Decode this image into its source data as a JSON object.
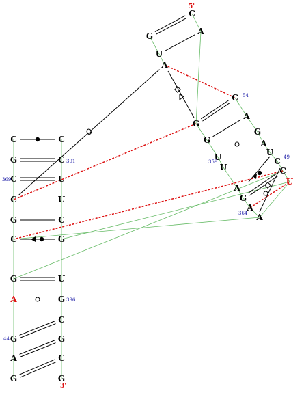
{
  "colors": {
    "base": "#000000",
    "highlight": "#dd1111",
    "backbone": "#66bb66",
    "number": "#1a1aa6",
    "tertiary": "#dd1111"
  },
  "nucleotides": [
    {
      "id": "n1",
      "label": "C",
      "highlight": false
    },
    {
      "id": "n2",
      "label": "A",
      "highlight": false
    },
    {
      "id": "n3",
      "label": "G",
      "highlight": false
    },
    {
      "id": "n4",
      "label": "U",
      "highlight": false
    },
    {
      "id": "n5",
      "label": "A",
      "highlight": false
    },
    {
      "id": "n6",
      "label": "C",
      "highlight": false
    },
    {
      "id": "n7",
      "label": "A",
      "highlight": false
    },
    {
      "id": "n8",
      "label": "G",
      "highlight": false
    },
    {
      "id": "n9",
      "label": "A",
      "highlight": false
    },
    {
      "id": "n10",
      "label": "U",
      "highlight": false
    },
    {
      "id": "n11",
      "label": "C",
      "highlight": false
    },
    {
      "id": "n12",
      "label": "C",
      "highlight": false
    },
    {
      "id": "n13",
      "label": "U",
      "highlight": true
    },
    {
      "id": "n14",
      "label": "A",
      "highlight": false
    },
    {
      "id": "n15",
      "label": "A",
      "highlight": false
    },
    {
      "id": "n16",
      "label": "G",
      "highlight": false
    },
    {
      "id": "n17",
      "label": "A",
      "highlight": false
    },
    {
      "id": "n18",
      "label": "U",
      "highlight": false
    },
    {
      "id": "n19",
      "label": "U",
      "highlight": false
    },
    {
      "id": "n20",
      "label": "G",
      "highlight": false
    },
    {
      "id": "n21",
      "label": "G",
      "highlight": false
    },
    {
      "id": "n22",
      "label": "C",
      "highlight": false
    },
    {
      "id": "n23",
      "label": "C",
      "highlight": false
    },
    {
      "id": "n24",
      "label": "U",
      "highlight": false
    },
    {
      "id": "n25",
      "label": "U",
      "highlight": false
    },
    {
      "id": "n26",
      "label": "C",
      "highlight": false
    },
    {
      "id": "n27",
      "label": "G",
      "highlight": false
    },
    {
      "id": "n28",
      "label": "U",
      "highlight": false
    },
    {
      "id": "n29",
      "label": "G",
      "highlight": false
    },
    {
      "id": "n30",
      "label": "C",
      "highlight": false
    },
    {
      "id": "n31",
      "label": "G",
      "highlight": false
    },
    {
      "id": "n32",
      "label": "C",
      "highlight": false
    },
    {
      "id": "n33",
      "label": "G",
      "highlight": false
    },
    {
      "id": "n34",
      "label": "G",
      "highlight": false
    },
    {
      "id": "n35",
      "label": "A",
      "highlight": false
    },
    {
      "id": "n36",
      "label": "G",
      "highlight": false
    },
    {
      "id": "n37",
      "label": "A",
      "highlight": true
    },
    {
      "id": "n38",
      "label": "G",
      "highlight": false
    },
    {
      "id": "n39",
      "label": "C",
      "highlight": false
    },
    {
      "id": "n40",
      "label": "G",
      "highlight": false
    },
    {
      "id": "n41",
      "label": "C",
      "highlight": false
    },
    {
      "id": "n42",
      "label": "C",
      "highlight": false
    },
    {
      "id": "n43",
      "label": "G",
      "highlight": false
    },
    {
      "id": "n44",
      "label": "C",
      "highlight": false
    }
  ],
  "numbers": [
    {
      "id": "num54",
      "text": "54"
    },
    {
      "id": "num49",
      "text": "49"
    },
    {
      "id": "num359",
      "text": "359"
    },
    {
      "id": "num364",
      "text": "364"
    },
    {
      "id": "num391",
      "text": "391"
    },
    {
      "id": "num369",
      "text": "369"
    },
    {
      "id": "num396",
      "text": "396"
    },
    {
      "id": "num44",
      "text": "44"
    }
  ],
  "ends": [
    {
      "id": "end5",
      "text": "5'"
    },
    {
      "id": "end3",
      "text": "3'"
    }
  ]
}
